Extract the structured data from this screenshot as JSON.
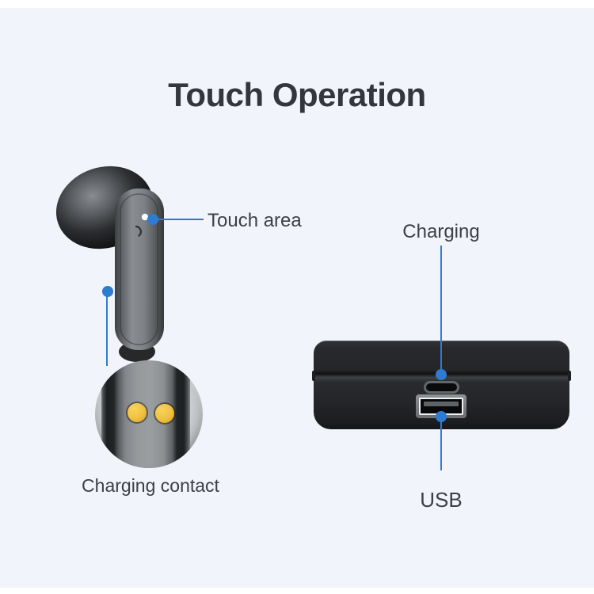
{
  "title": "Touch Operation",
  "colors": {
    "background": "#f1f4fa",
    "band": "#ffffff",
    "accent": "#2e7cd2",
    "label_text": "#3c4046",
    "title_text": "#33373d",
    "gold_contact": "#f0c13e"
  },
  "earbud": {
    "touch_area_label": "Touch area",
    "charging_contact_label": "Charging contact"
  },
  "charging_case": {
    "charging_label": "Charging",
    "usb_label": "USB"
  }
}
